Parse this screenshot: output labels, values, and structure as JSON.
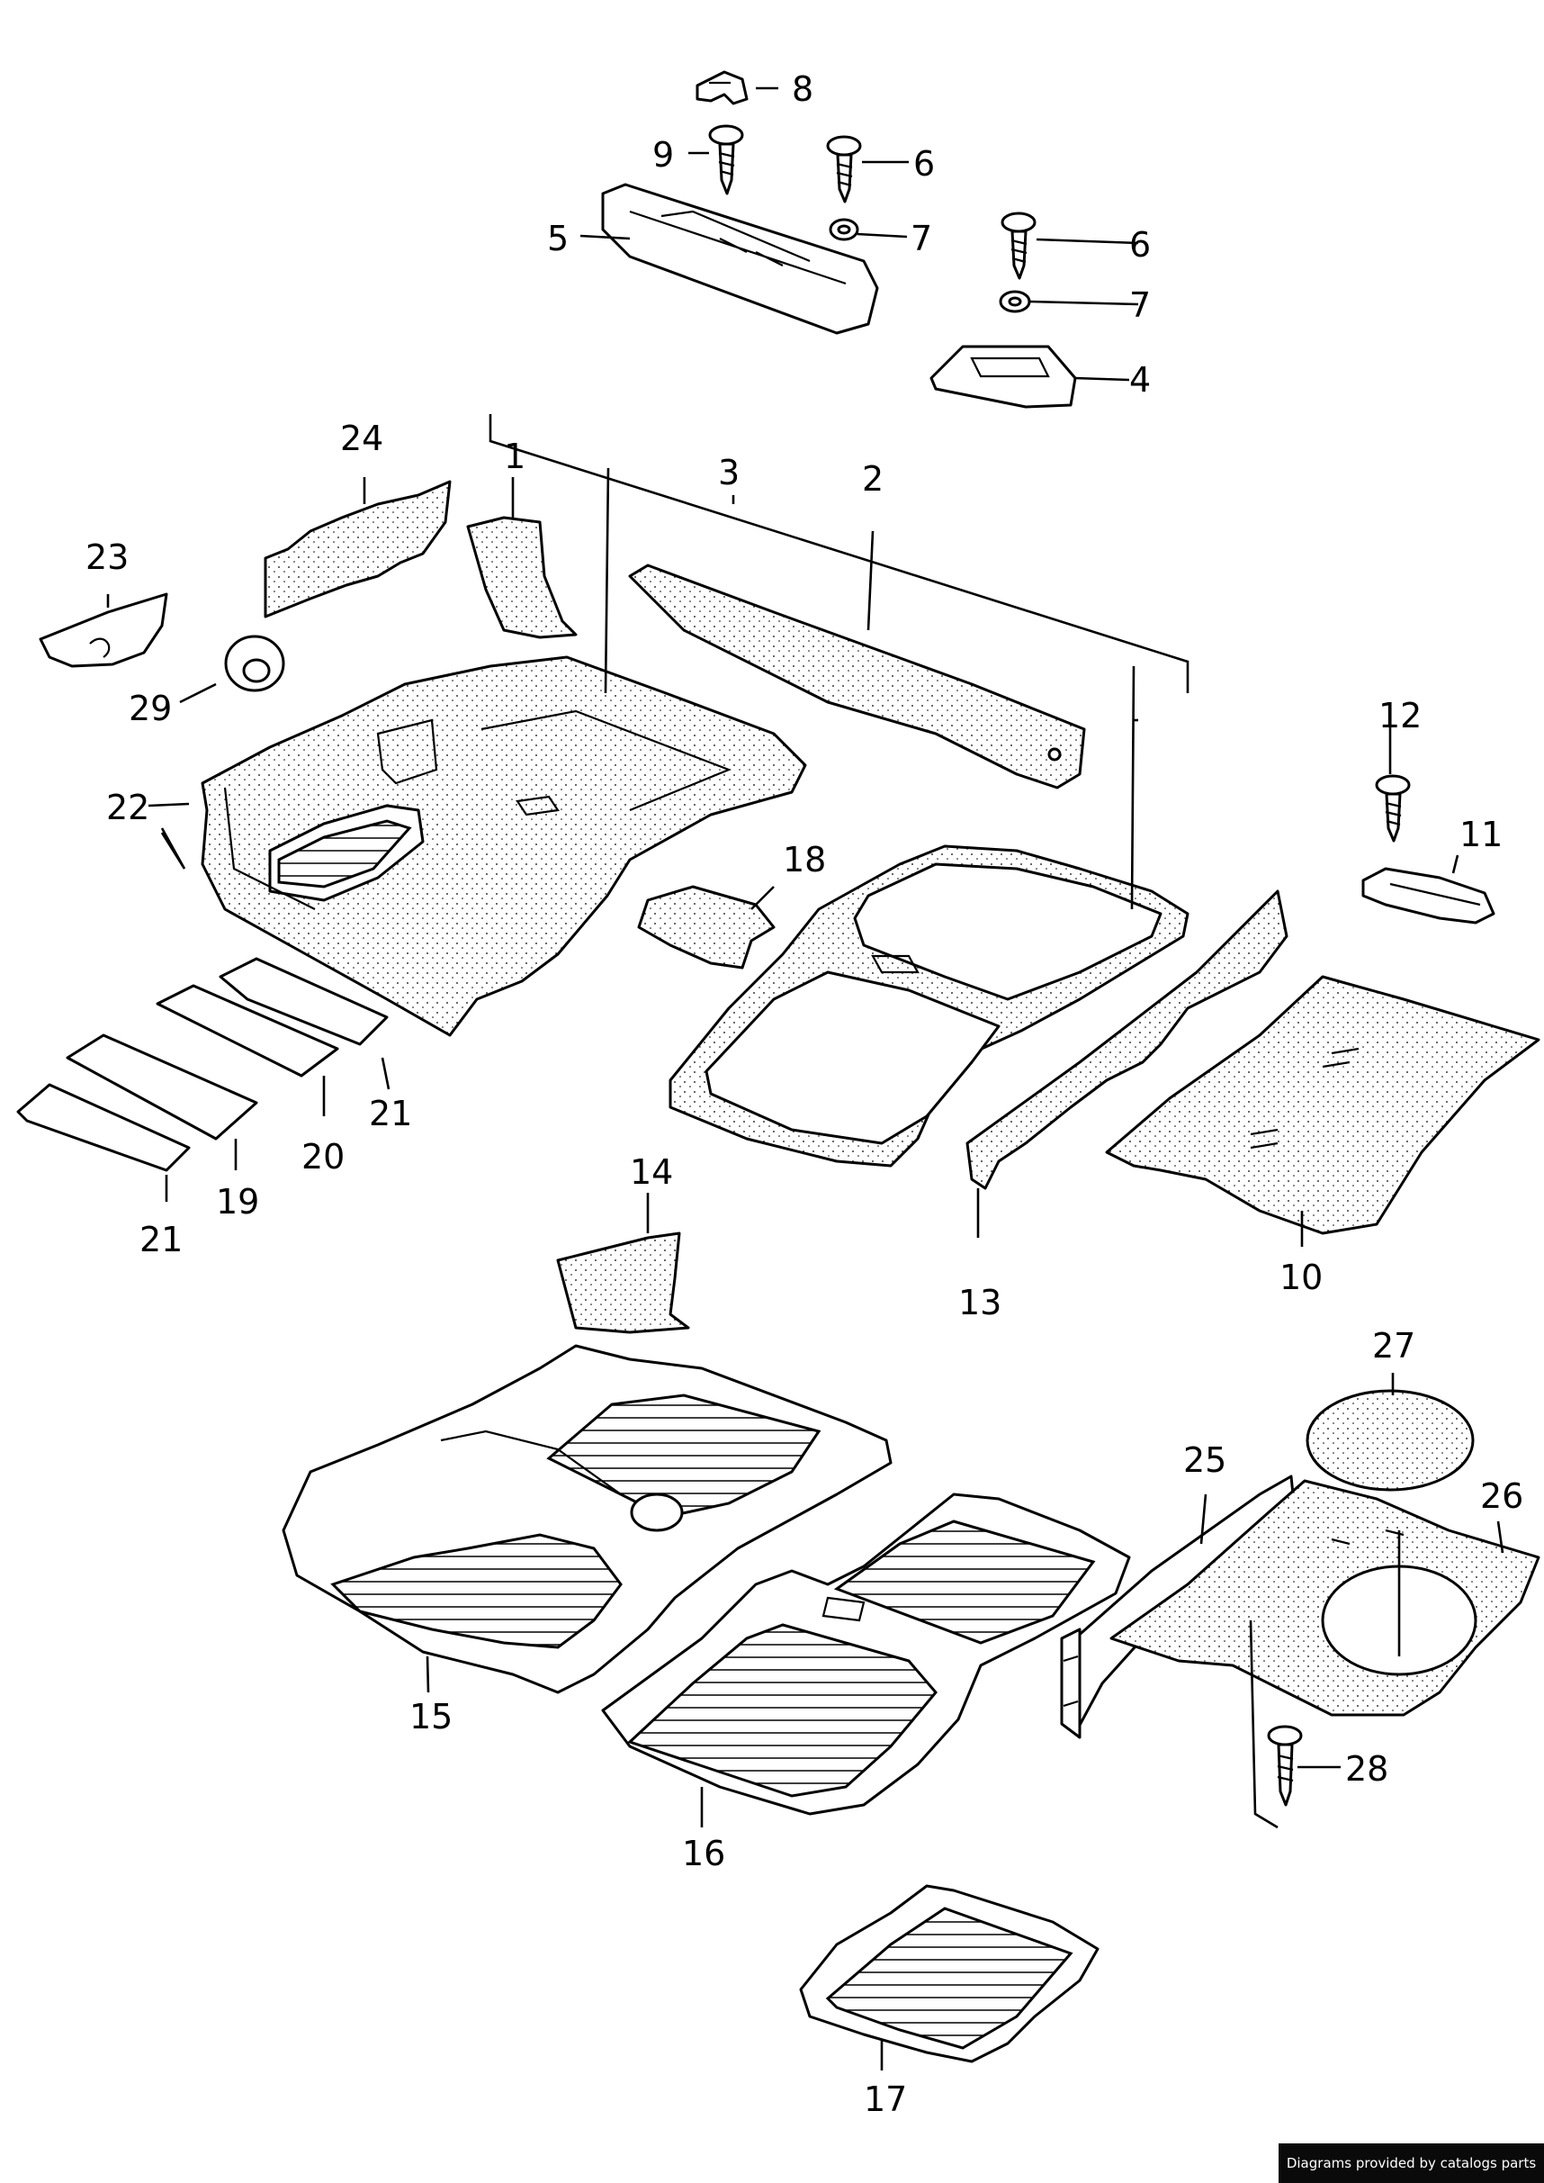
{
  "callouts": {
    "c1": "1",
    "c2": "2",
    "c3": "3",
    "c4": "4",
    "c5": "5",
    "c6a": "6",
    "c6b": "6",
    "c7a": "7",
    "c7b": "7",
    "c8": "8",
    "c9": "9",
    "c10": "10",
    "c11": "11",
    "c12": "12",
    "c13": "13",
    "c14": "14",
    "c15": "15",
    "c16": "16",
    "c17": "17",
    "c18": "18",
    "c19": "19",
    "c20": "20",
    "c21a": "21",
    "c21b": "21",
    "c22": "22",
    "c23": "23",
    "c24": "24",
    "c25": "25",
    "c26": "26",
    "c27": "27",
    "c28": "28",
    "c29": "29"
  },
  "credit": "Diagrams provided by catalogs parts"
}
